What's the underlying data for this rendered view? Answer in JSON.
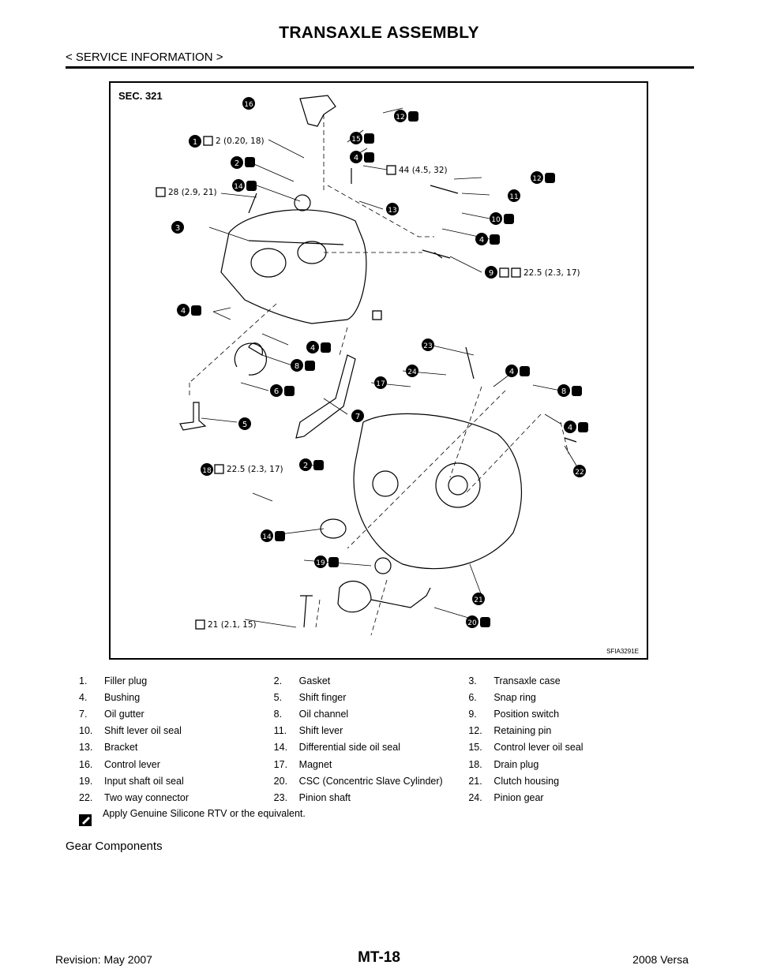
{
  "header": {
    "title": "TRANSAXLE ASSEMBLY",
    "subtitle": "< SERVICE INFORMATION >"
  },
  "figure": {
    "section_label": "SEC. 321",
    "code": "SFIA3291E",
    "torque_callouts": [
      "2 (0.20, 18)",
      "44 (4.5, 32)",
      "28 (2.9, 21)",
      "22.5 (2.3, 17)",
      "22.5 (2.3, 17)",
      "21 (2.1, 15)"
    ],
    "balloons": [
      "1",
      "2",
      "3",
      "4",
      "5",
      "6",
      "7",
      "8",
      "9",
      "10",
      "11",
      "12",
      "13",
      "14",
      "15",
      "16",
      "17",
      "18",
      "19",
      "20",
      "21",
      "22",
      "23",
      "24"
    ]
  },
  "legend": [
    [
      {
        "num": "1.",
        "text": "Filler plug"
      },
      {
        "num": "2.",
        "text": "Gasket"
      },
      {
        "num": "3.",
        "text": "Transaxle case"
      }
    ],
    [
      {
        "num": "4.",
        "text": "Bushing"
      },
      {
        "num": "5.",
        "text": "Shift finger"
      },
      {
        "num": "6.",
        "text": "Snap ring"
      }
    ],
    [
      {
        "num": "7.",
        "text": "Oil gutter"
      },
      {
        "num": "8.",
        "text": "Oil channel"
      },
      {
        "num": "9.",
        "text": "Position switch"
      }
    ],
    [
      {
        "num": "10.",
        "text": "Shift lever oil seal"
      },
      {
        "num": "11.",
        "text": "Shift lever"
      },
      {
        "num": "12.",
        "text": "Retaining pin"
      }
    ],
    [
      {
        "num": "13.",
        "text": "Bracket"
      },
      {
        "num": "14.",
        "text": "Differential side oil seal"
      },
      {
        "num": "15.",
        "text": "Control lever oil seal"
      }
    ],
    [
      {
        "num": "16.",
        "text": "Control lever"
      },
      {
        "num": "17.",
        "text": "Magnet"
      },
      {
        "num": "18.",
        "text": "Drain plug"
      }
    ],
    [
      {
        "num": "19.",
        "text": "Input shaft oil seal"
      },
      {
        "num": "20.",
        "text": "CSC (Concentric Slave Cylinder)"
      },
      {
        "num": "21.",
        "text": "Clutch housing"
      }
    ],
    [
      {
        "num": "22.",
        "text": "Two way connector"
      },
      {
        "num": "23.",
        "text": "Pinion shaft"
      },
      {
        "num": "24.",
        "text": "Pinion gear"
      }
    ]
  ],
  "note": "Apply Genuine Silicone RTV or the equivalent.",
  "section_heading": "Gear Components",
  "footer": {
    "revision": "Revision: May 2007",
    "page": "MT-18",
    "model": "2008 Versa"
  }
}
